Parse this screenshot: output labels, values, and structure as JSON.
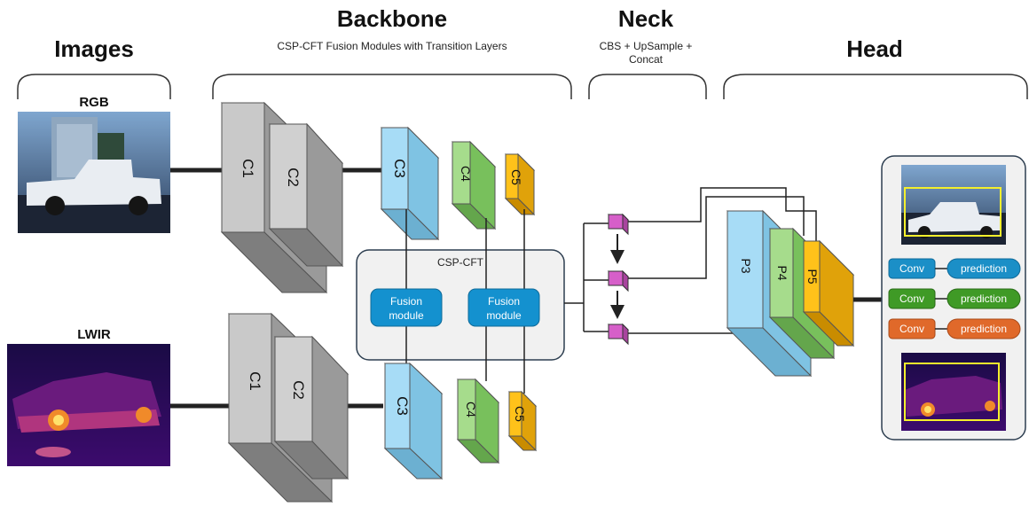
{
  "sections": {
    "images": {
      "title": "Images"
    },
    "backbone": {
      "title": "Backbone",
      "subtitle": "CSP-CFT Fusion Modules with Transition Layers"
    },
    "neck": {
      "title": "Neck",
      "subtitle_line1": "CBS + UpSample +",
      "subtitle_line2": "Concat"
    },
    "head": {
      "title": "Head"
    }
  },
  "inputs": {
    "rgb_label": "RGB",
    "lwir_label": "LWIR"
  },
  "rgb_stream": {
    "c1": "C1",
    "c2": "C2",
    "c3": "C3",
    "c4": "C4",
    "c5": "C5"
  },
  "lwir_stream": {
    "c1": "C1",
    "c2": "C2",
    "c3": "C3",
    "c4": "C4",
    "c5": "C5"
  },
  "csp_cft": {
    "title": "CSP-CFT",
    "fusion_line1": "Fusion",
    "fusion_line2": "module"
  },
  "pyramid": {
    "p3": "P3",
    "p4": "P4",
    "p5": "P5"
  },
  "head_panel": {
    "rows": [
      {
        "conv": "Conv",
        "pred": "prediction",
        "color": "#1b8fc7"
      },
      {
        "conv": "Conv",
        "pred": "prediction",
        "color": "#3f9a26"
      },
      {
        "conv": "Conv",
        "pred": "prediction",
        "color": "#e0692a"
      }
    ]
  },
  "colors": {
    "gray": "#c9c9c9",
    "blue": "#a7dcf6",
    "green": "#a6dc8c",
    "yellow": "#ffc21a",
    "fusion": "#1491cf",
    "neck_node": "#d65fc9",
    "bbox": "#f4ef2c"
  }
}
